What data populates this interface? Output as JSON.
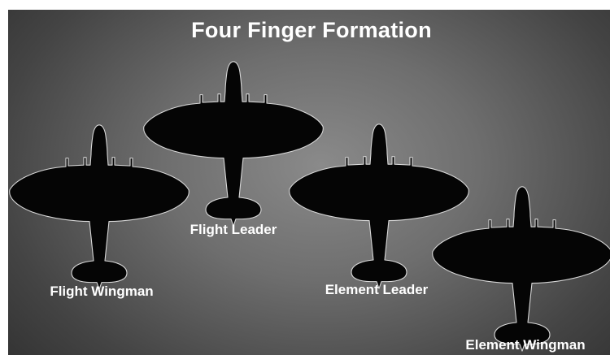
{
  "diagram": {
    "title": "Four Finger Formation",
    "aircraft": [
      {
        "id": "flight-leader",
        "label": "Flight Leader",
        "position": "lead"
      },
      {
        "id": "flight-wingman",
        "label": "Flight Wingman",
        "position": "left"
      },
      {
        "id": "element-leader",
        "label": "Element Leader",
        "position": "right"
      },
      {
        "id": "element-wingman",
        "label": "Element Wingman",
        "position": "far-right"
      }
    ],
    "colors": {
      "background_center": "#8a8a8a",
      "background_edge": "#2c2c2c",
      "aircraft_fill": "#050505",
      "aircraft_outline": "#d8d8d8",
      "text": "#ffffff"
    }
  }
}
